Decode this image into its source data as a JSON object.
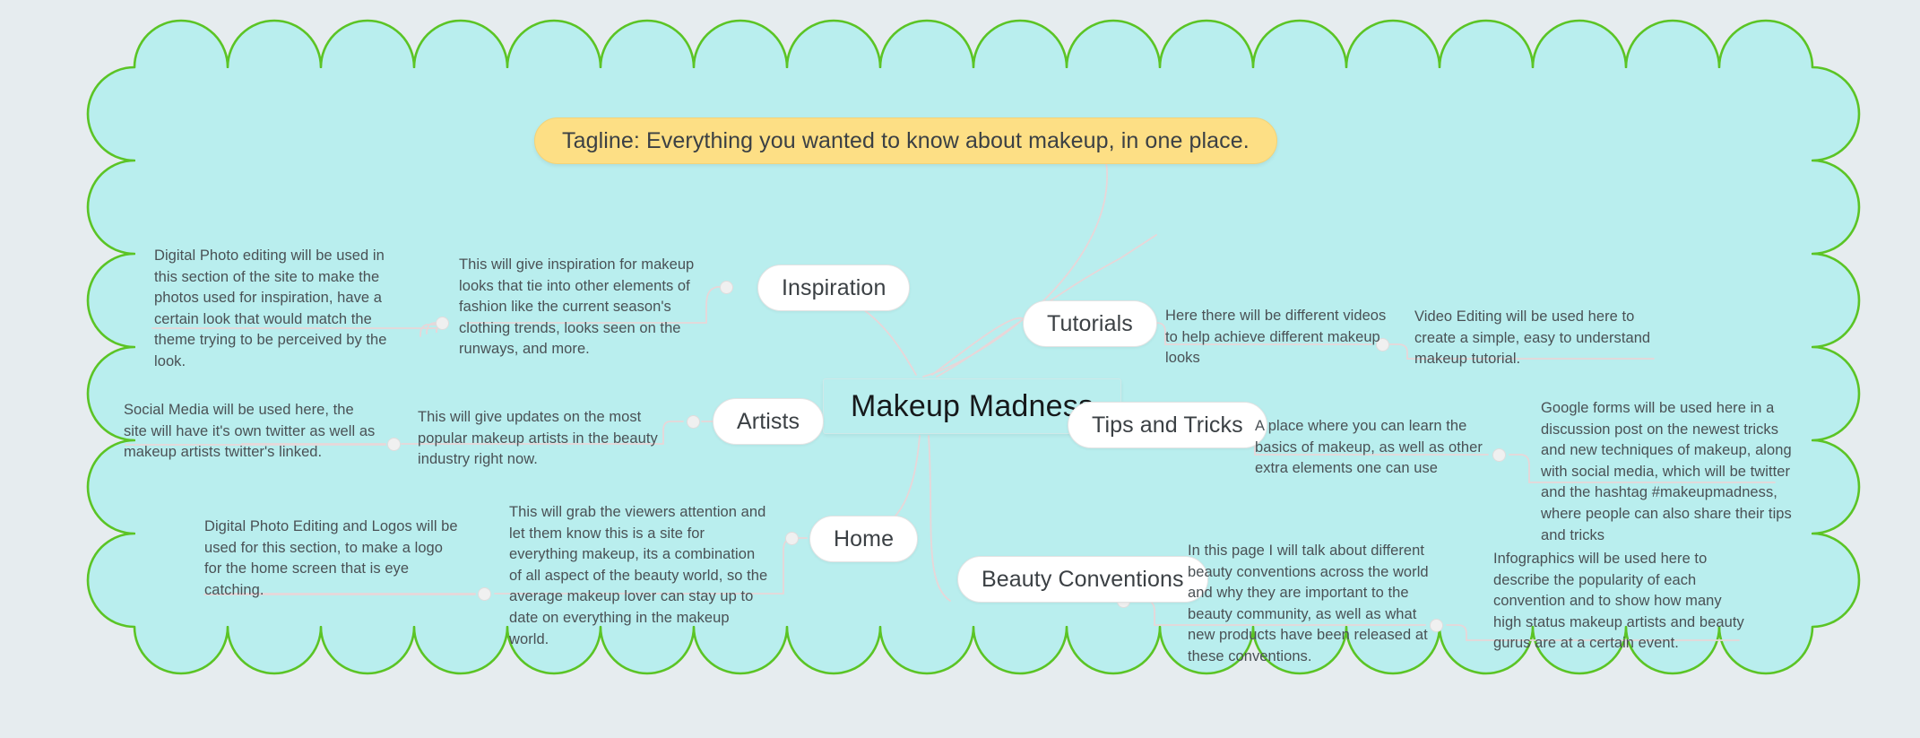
{
  "theme": {
    "page_background": "#e6ecef",
    "cloud_fill": "#b9eeee",
    "cloud_border": "#5bc425",
    "connector_color": "#e8d6d8",
    "node_fill": "#ffffff",
    "node_border": "#e3e3e3",
    "center_fill": "#b9eeee",
    "tagline_fill": "#fddf85",
    "text_color": "#3b4044",
    "note_text_color": "#4a5155"
  },
  "center": {
    "label": "Makeup Madness"
  },
  "tagline": {
    "label": "Tagline: Everything you wanted to know about makeup, in one place."
  },
  "branches": [
    {
      "id": "inspiration",
      "label": "Inspiration",
      "side": "left",
      "notes": [
        "This will give inspiration for makeup looks that tie into other elements of fashion like the current season's clothing trends, looks seen on the runways, and more.",
        "Digital Photo editing will be used in this section of the site to make the photos used for inspiration, have a certain look that would match the theme trying to be perceived by the look."
      ]
    },
    {
      "id": "artists",
      "label": "Artists",
      "side": "left",
      "notes": [
        "This will give updates on the most popular makeup artists in the beauty industry right now.",
        "Social Media will be used here, the site will have it's own twitter as well as makeup artists twitter's linked."
      ]
    },
    {
      "id": "home",
      "label": "Home",
      "side": "left",
      "notes": [
        "This will grab the viewers attention and let them know this is a site for everything makeup, its a combination of all aspect of the beauty world, so the average makeup lover can stay up to date on everything in the makeup world.",
        "Digital Photo Editing and Logos will be used for this section, to make a logo for the home screen that is eye catching."
      ]
    },
    {
      "id": "tutorials",
      "label": "Tutorials",
      "side": "right",
      "notes": [
        "Here there will be different videos to help achieve different makeup looks",
        "Video Editing will be used here to create a simple, easy to understand makeup tutorial."
      ]
    },
    {
      "id": "tips-and-tricks",
      "label": "Tips and Tricks",
      "side": "right",
      "notes": [
        "A place where you can learn the basics of makeup, as well as other extra elements one can use",
        "Google forms will be used here in a discussion post on the newest tricks and new techniques of makeup, along with social media, which will be twitter and the hashtag #makeupmadness, where people can also share their tips and tricks"
      ]
    },
    {
      "id": "beauty-conventions",
      "label": "Beauty Conventions",
      "side": "right",
      "notes": [
        "In this page I will talk about different beauty conventions across the world and why they are important to the beauty community, as well as what new products have been released at these conventions.",
        "Infographics will be used here to describe the popularity of each convention and to show how many high status makeup artists and beauty gurus are at a certain event."
      ]
    }
  ]
}
